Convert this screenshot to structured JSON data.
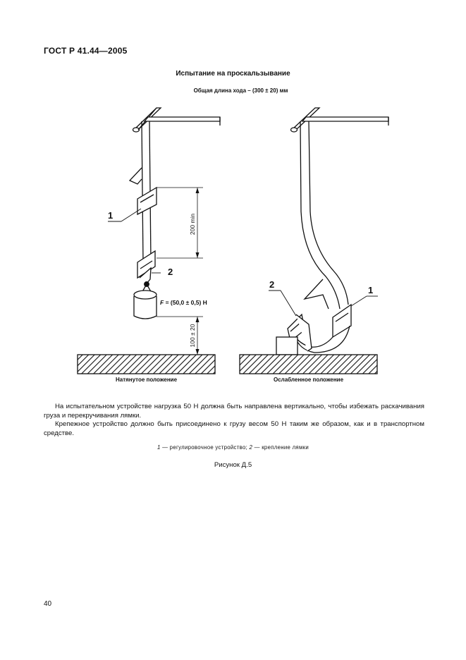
{
  "header": {
    "doc_id": "ГОСТ Р 41.44—2005"
  },
  "figure": {
    "title": "Испытание на проскальзывание",
    "subtitle": "Общая длина хода – (300 ± 20) мм",
    "label_1": "1",
    "label_2": "2",
    "dim_200": "200 min",
    "dim_100": "100 ± 20",
    "force_sym": "F",
    "force_val": " = (50,0 ± 0,5) Н",
    "caption_left": "Натянутое положение",
    "caption_right": "Ослабленное положение"
  },
  "body": {
    "para1": "На испытательном устройстве нагрузка 50 Н должна быть направлена вертикально, чтобы избежать раскачивания груза и перекручивания лямки.",
    "para2": "Крепежное устройство должно быть присоединено к грузу весом 50 Н таким же образом, как и в транспортном средстве."
  },
  "legend": {
    "n1": "1",
    "t1": " — регулировочное устройство; ",
    "n2": "2",
    "t2": " — крепление лямки"
  },
  "figure_label": "Рисунок Д.5",
  "page_number": "40"
}
